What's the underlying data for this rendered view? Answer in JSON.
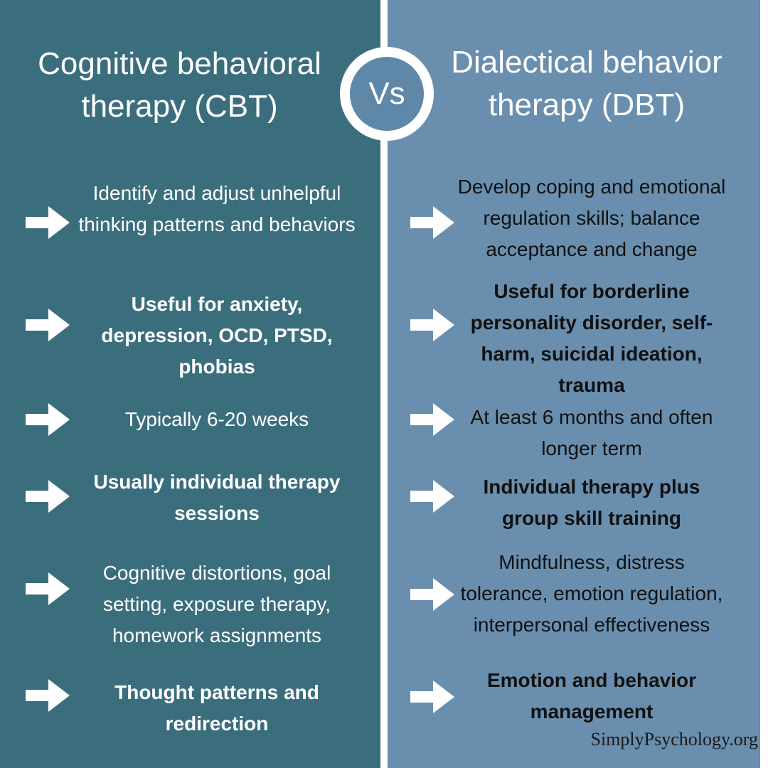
{
  "colors": {
    "left_bg": "#3b6e7d",
    "right_bg": "#6a8fae",
    "vs_fill": "#5f87a8",
    "divider": "#ffffff"
  },
  "left": {
    "title": [
      "Cognitive behavioral",
      "therapy (CBT)"
    ],
    "items": [
      {
        "lines": [
          "Identify and adjust unhelpful",
          "thinking patterns and behaviors"
        ],
        "bold": false
      },
      {
        "lines": [
          "Useful for anxiety,",
          "depression, OCD, PTSD,",
          "phobias"
        ],
        "bold": true
      },
      {
        "lines": [
          "Typically 6-20 weeks"
        ],
        "bold": false
      },
      {
        "lines": [
          "Usually individual therapy",
          "sessions"
        ],
        "bold": true
      },
      {
        "lines": [
          "Cognitive distortions, goal",
          "setting, exposure therapy,",
          "homework assignments"
        ],
        "bold": false
      },
      {
        "lines": [
          "Thought patterns and",
          "redirection"
        ],
        "bold": true
      }
    ]
  },
  "vs_label": "Vs",
  "right": {
    "title": [
      "Dialectical behavior",
      "therapy (DBT)"
    ],
    "items": [
      {
        "lines": [
          "Develop coping and emotional",
          "regulation skills; balance",
          "acceptance and change"
        ],
        "bold": false
      },
      {
        "lines": [
          "Useful for borderline",
          "personality disorder, self-",
          "harm, suicidal ideation,",
          "trauma"
        ],
        "bold": true
      },
      {
        "lines": [
          "At least 6 months and often",
          "longer term"
        ],
        "bold": false
      },
      {
        "lines": [
          "Individual therapy plus",
          "group skill training"
        ],
        "bold": true
      },
      {
        "lines": [
          "Mindfulness, distress",
          "tolerance, emotion regulation,",
          "interpersonal effectiveness"
        ],
        "bold": false
      },
      {
        "lines": [
          "Emotion and behavior",
          "management"
        ],
        "bold": true
      }
    ]
  },
  "credit": "SimplyPsychology.org",
  "icons": {
    "arrow": "arrow-right-icon"
  }
}
